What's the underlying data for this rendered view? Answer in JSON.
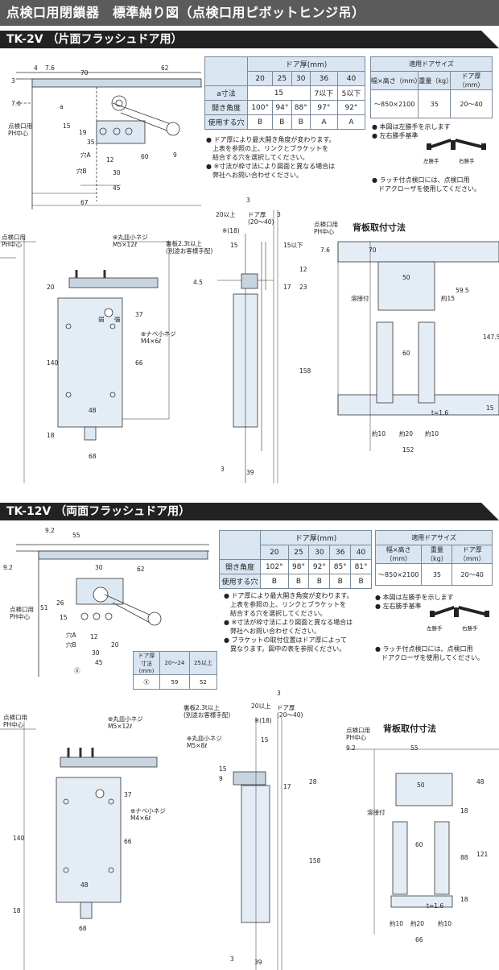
{
  "header": {
    "title": "点検口用閉鎖器　標準納り図（点検口用ピボットヒンジ吊）"
  },
  "tk2v": {
    "title": "TK-2V （片面フラッシュドア用）",
    "thickness_table": {
      "group_header": "ドア厚(mm)",
      "cols": [
        "20",
        "25",
        "30",
        "36",
        "40"
      ],
      "rows": [
        {
          "label": "a寸法",
          "cells": [
            "15",
            "7以下",
            "5以下"
          ]
        },
        {
          "label": "開き角度",
          "cells": [
            "100°",
            "94°",
            "88°",
            "97°",
            "92°"
          ]
        },
        {
          "label": "使用する穴",
          "cells": [
            "B",
            "B",
            "B",
            "A",
            "A"
          ]
        }
      ]
    },
    "size_table": {
      "title": "適用ドアサイズ",
      "headers": [
        "幅×高さ（mm）",
        "重量（kg）",
        "ドア厚（mm）"
      ],
      "row": [
        "～850×2100",
        "35",
        "20～40"
      ]
    },
    "notes": [
      "● ドア厚により最大開き角度が変わります。",
      "　上表を参照の上、リンクとブラケットを",
      "　結合する穴を選択してください。",
      "● ※寸法が枠寸法により図面と異なる場合は",
      "　弊社へお問い合わせください。"
    ],
    "right_notes": [
      "● 本図は左勝手を示します",
      "● 左右勝手基準"
    ],
    "hand_labels": [
      "左勝手",
      "右勝手"
    ],
    "latch_notes": [
      "● ラッチ付点検口には、点検口用",
      "　ドアクローザを使用してください。"
    ],
    "top_dims": [
      "4",
      "7.6",
      "70",
      "62",
      "3",
      "7.6",
      "a",
      "15",
      "19",
      "35",
      "12",
      "60",
      "9",
      "30",
      "45",
      "67"
    ],
    "top_labels": [
      "点検口用",
      "PH中心",
      "穴A",
      "穴B"
    ],
    "front_labels": [
      "点検口用",
      "PH中心",
      "⊕丸皿小ネジ",
      "M5×12ℓ",
      "⊕ナベ小ネジ",
      "M4×6ℓ",
      "弱",
      "強"
    ],
    "front_dims": [
      "20",
      "37",
      "140",
      "66",
      "48",
      "18",
      "68"
    ],
    "side_labels": [
      "裏板2.3t以上",
      "(別途お客様手配)",
      "20以上",
      "ドア厚",
      "(20～40)",
      "※(18)"
    ],
    "side_dims": [
      "3",
      "3",
      "15",
      "15以下",
      "4.5",
      "12",
      "17",
      "23",
      "158",
      "3",
      "39"
    ],
    "back": {
      "title": "背板取付寸法",
      "labels": [
        "点検口用",
        "PH中心",
        "溶接付",
        "t=1.6",
        "約10",
        "約20",
        "約10"
      ],
      "dims": [
        "7.6",
        "70",
        "50",
        "約15",
        "59.5",
        "147.5",
        "60",
        "15",
        "152"
      ]
    }
  },
  "tk12v": {
    "title": "TK-12V （両面フラッシュドア用）",
    "thickness_table": {
      "group_header": "ドア厚(mm)",
      "cols": [
        "20",
        "25",
        "30",
        "36",
        "40"
      ],
      "rows": [
        {
          "label": "開き角度",
          "cells": [
            "102°",
            "98°",
            "92°",
            "85°",
            "81°"
          ]
        },
        {
          "label": "使用する穴",
          "cells": [
            "B",
            "B",
            "B",
            "B",
            "B"
          ]
        }
      ]
    },
    "size_table": {
      "title": "適用ドアサイズ",
      "headers": [
        "幅×高さ（mm）",
        "重量（kg）",
        "ドア厚（mm）"
      ],
      "row": [
        "～850×2100",
        "35",
        "20～40"
      ]
    },
    "notes": [
      "● ドア厚により最大開き角度が変わります。",
      "　上表を参照の上、リンクとブラケットを",
      "　結合する穴を選択してください。",
      "● ※寸法が枠寸法により図面と異なる場合は",
      "　弊社へお問い合わせください。",
      "● ブラケットの取付位置はドア厚によって",
      "　異なります。図中の表を参照ください。"
    ],
    "right_notes": [
      "● 本図は左勝手を示します",
      "● 左右勝手基準"
    ],
    "hand_labels": [
      "左勝手",
      "右勝手"
    ],
    "latch_notes": [
      "● ラッチ付点検口には、点検口用",
      "　ドアクローザを使用してください。"
    ],
    "mini_table": {
      "h1": "寸法",
      "h1b": "(mm)",
      "h2": "ドア厚",
      "c1": "20～24",
      "c2": "25以上",
      "sym": "Ⓧ",
      "v1": "59",
      "v2": "52"
    },
    "top_dims": [
      "9.2",
      "55",
      "9.2",
      "62",
      "30",
      "51",
      "26",
      "15",
      "12",
      "20",
      "30",
      "Ⓧ",
      "45"
    ],
    "top_labels": [
      "点検口用",
      "PH中心",
      "穴A",
      "穴B"
    ],
    "front_labels": [
      "点検口用",
      "PH中心",
      "⊕丸皿小ネジ",
      "M5×12ℓ",
      "⊕ナベ小ネジ",
      "M4×6ℓ"
    ],
    "front_dims": [
      "37",
      "140",
      "66",
      "48",
      "18",
      "68"
    ],
    "side_labels": [
      "裏板2.3t以上",
      "(別途お客様手配)",
      "⊕丸皿小ネジ",
      "M5×8ℓ",
      "20以上",
      "ドア厚",
      "(20～40)",
      "※(18)"
    ],
    "side_dims": [
      "3",
      "15",
      "15",
      "9",
      "28",
      "17",
      "158",
      "3",
      "39"
    ],
    "back": {
      "title": "背板取付寸法",
      "labels": [
        "点検口用",
        "PH中心",
        "溶接付",
        "t=1.6",
        "約10",
        "約20",
        "約10"
      ],
      "dims": [
        "9.2",
        "55",
        "50",
        "48",
        "18",
        "60",
        "88",
        "121",
        "18",
        "66"
      ]
    }
  }
}
